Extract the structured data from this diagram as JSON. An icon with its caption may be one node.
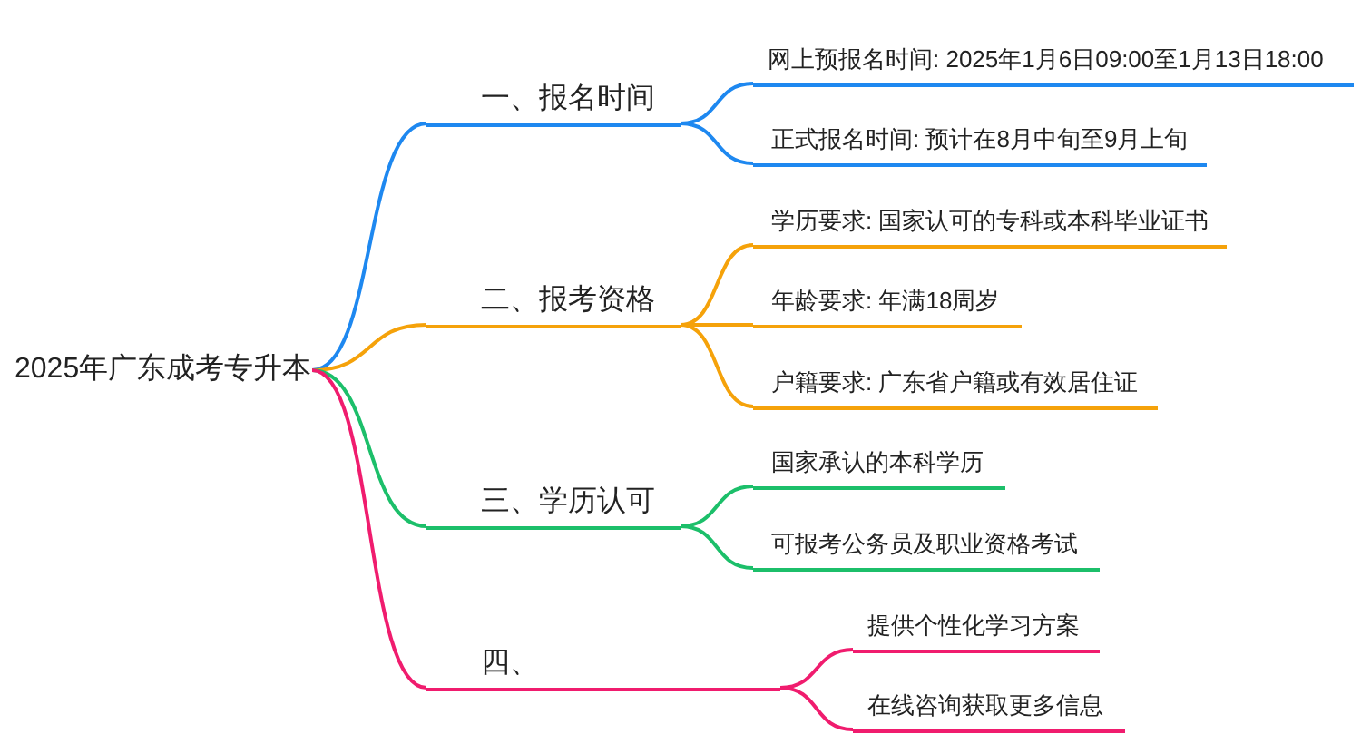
{
  "diagram": {
    "nodes": [
      {
        "text": [
          "2025年广东成考专升本"
        ]
      },
      {
        "text": [
          "一、报名时间"
        ]
      },
      {
        "text": [
          "网上预报名时间: 2025年1月6日09:00至1月13日18:00"
        ]
      },
      {
        "text": [
          "正式报名时间: 预计在8月中旬至9月上旬"
        ]
      },
      {
        "text": [
          "二、报考资格"
        ]
      },
      {
        "text": [
          "学历要求: 国家认可的专科或本科毕业证书"
        ]
      },
      {
        "text": [
          "年龄要求: 年满18周岁"
        ]
      },
      {
        "text": [
          "户籍要求: 广东省户籍或有效居住证"
        ]
      },
      {
        "text": [
          "三、学历认可"
        ]
      },
      {
        "text": [
          "国家承认的本科学历"
        ]
      },
      {
        "text": [
          "可报考公务员及职业资格考试"
        ]
      },
      {
        "text": [
          "四、"
        ]
      },
      {
        "text": [
          "提供个性化学习方案"
        ]
      },
      {
        "text": [
          "在线咨询获取更多信息"
        ]
      }
    ],
    "edges": [
      {
        "from": 0,
        "to": 1,
        "arrow": "none",
        "color": "#1e88f0"
      },
      {
        "from": 1,
        "to": 2,
        "arrow": "none",
        "color": "#1e88f0"
      },
      {
        "from": 1,
        "to": 3,
        "arrow": "none",
        "color": "#1e88f0"
      },
      {
        "from": 0,
        "to": 4,
        "arrow": "none",
        "color": "#f5a20a"
      },
      {
        "from": 4,
        "to": 5,
        "arrow": "none",
        "color": "#f5a20a"
      },
      {
        "from": 4,
        "to": 6,
        "arrow": "none",
        "color": "#f5a20a"
      },
      {
        "from": 4,
        "to": 7,
        "arrow": "none",
        "color": "#f5a20a"
      },
      {
        "from": 0,
        "to": 8,
        "arrow": "none",
        "color": "#1cbf6a"
      },
      {
        "from": 8,
        "to": 9,
        "arrow": "none",
        "color": "#1cbf6a"
      },
      {
        "from": 8,
        "to": 10,
        "arrow": "none",
        "color": "#1cbf6a"
      },
      {
        "from": 0,
        "to": 11,
        "arrow": "none",
        "color": "#f01c6e"
      },
      {
        "from": 11,
        "to": 12,
        "arrow": "none",
        "color": "#f01c6e"
      },
      {
        "from": 11,
        "to": 13,
        "arrow": "none",
        "color": "#f01c6e"
      }
    ]
  }
}
